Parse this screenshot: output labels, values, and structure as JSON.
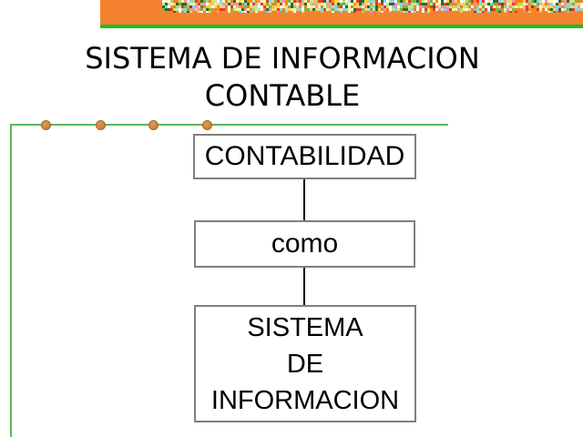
{
  "slide": {
    "title_line1": "SISTEMA DE INFORMACION",
    "title_line2": "CONTABLE"
  },
  "flowchart": {
    "box1_label": "CONTABILIDAD",
    "box2_label": "como",
    "box3_line1": "SISTEMA",
    "box3_line2": "DE",
    "box3_line3": "INFORMACION"
  },
  "colors": {
    "banner_orange": "#F5822F",
    "banner_green": "#1EBE1E",
    "rule_green": "#5CB85C",
    "dot_fill": "#D0853C",
    "dot_border": "#A96828",
    "box_border": "#7F7F7F",
    "text_color": "#000000"
  },
  "decoration": {
    "dot_count": 4,
    "mosaic_palette": [
      "#7CB342",
      "#C5E1A5",
      "#33691E",
      "#F57F17",
      "#FFD54F",
      "#FFFFFF",
      "#F48FB1",
      "#E53935",
      "#81D4FA",
      "#AED581",
      "#FB8C00",
      "#FFF59D"
    ]
  }
}
